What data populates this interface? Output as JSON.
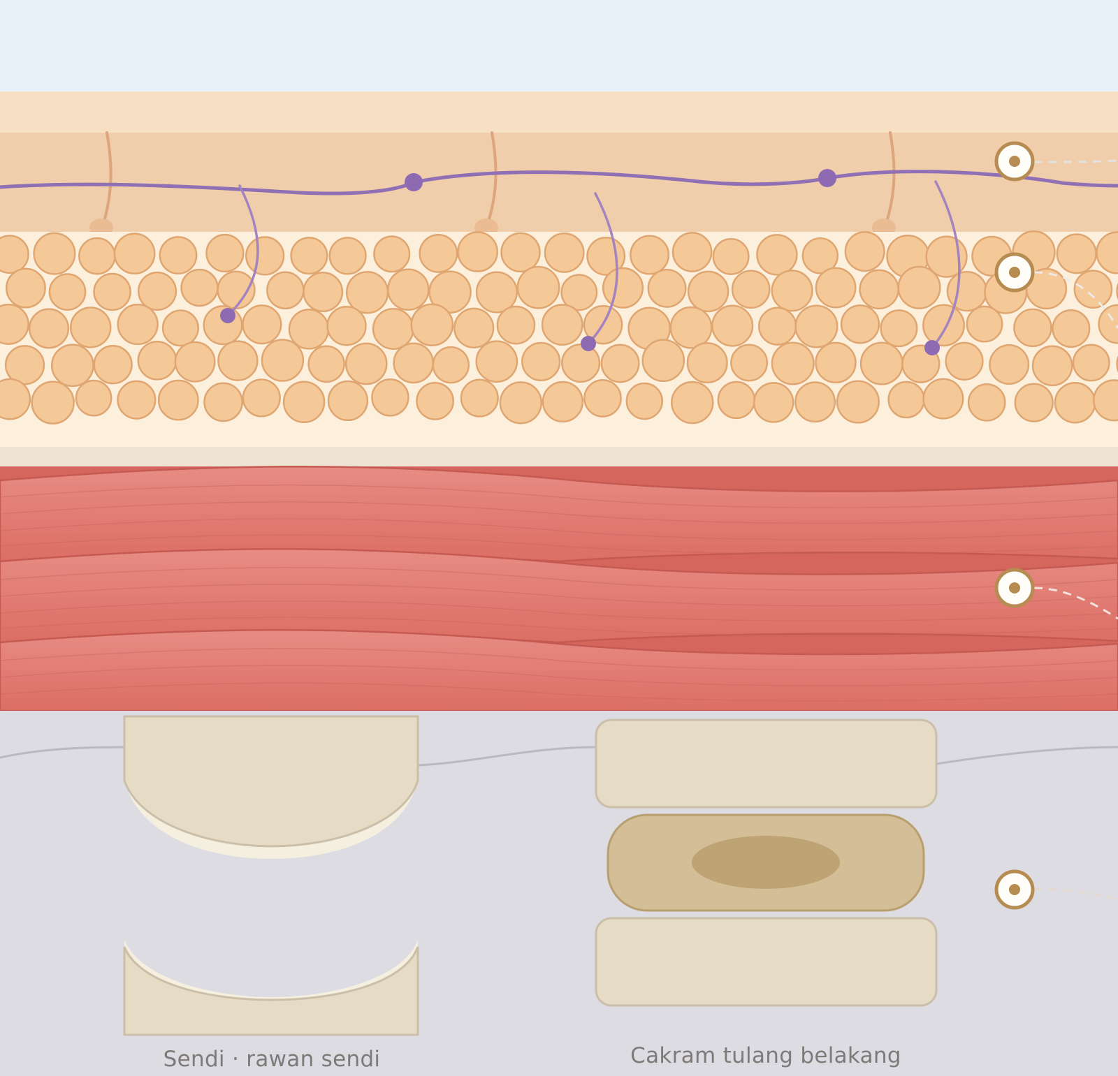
{
  "labels": {
    "joint": "Sendi · rawan sendi",
    "disc": "Cakram tulang belakang"
  },
  "colors": {
    "sky": "#e8f1f9",
    "epidermis": "#f7dfc4",
    "dermis": "#f0cdab",
    "fat_layer": "#fcf0dd",
    "fat_cell": "#f5c898",
    "fat_cell_stroke": "#dfa671",
    "fascia": "#efe3d4",
    "muscle": "#e07a70",
    "muscle_dark": "#d4665d",
    "bone_region": "#dcdce2",
    "bone": "#e6dcc6",
    "disc": "#d3be98",
    "disc_nucleus": "#bea474",
    "nerve": "#9070b4",
    "hair": "#dca57b",
    "marker": "#b68c52"
  },
  "markers": [
    {
      "name": "dermis-marker"
    },
    {
      "name": "fat-marker"
    },
    {
      "name": "muscle-marker"
    },
    {
      "name": "bone-marker"
    }
  ]
}
